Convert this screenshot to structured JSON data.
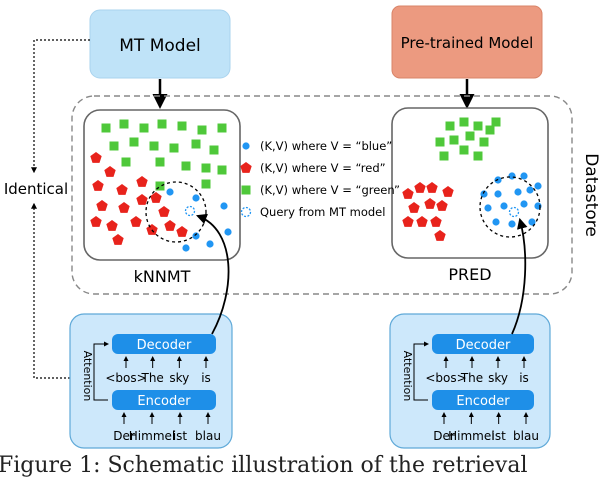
{
  "models": {
    "mt": "MT Model",
    "pretrained": "Pre-trained Model"
  },
  "panels": {
    "left": "kNNMT",
    "right": "PRED"
  },
  "side_labels": {
    "identical": "Identical",
    "datastore": "Datastore"
  },
  "legend": [
    {
      "label": "(K,V) where V = “blue”",
      "shape": "circle",
      "color": "#2196f3"
    },
    {
      "label": "(K,V) where V = “red”",
      "shape": "pentagon",
      "color": "#e8231c"
    },
    {
      "label": "(K,V) where V = “green”",
      "shape": "square",
      "color": "#4fc83a"
    },
    {
      "label": "Query from MT model",
      "shape": "dashed-circle",
      "color": "#2196f3"
    }
  ],
  "encdec": {
    "decoder": "Decoder",
    "encoder": "Encoder",
    "attention": "Attention",
    "decoder_tokens": [
      "<bos>",
      "The",
      "sky",
      "is"
    ],
    "encoder_tokens": [
      "Der",
      "Himmel",
      "ist",
      "blau"
    ]
  },
  "caption": "Figure 1: Schematic illustration of the retrieval",
  "colors": {
    "model_blue": "#bfe3f8",
    "model_salmon": "#ec9a80",
    "box_blue": "#cde8fb",
    "pill_blue": "#1e8fe8"
  }
}
